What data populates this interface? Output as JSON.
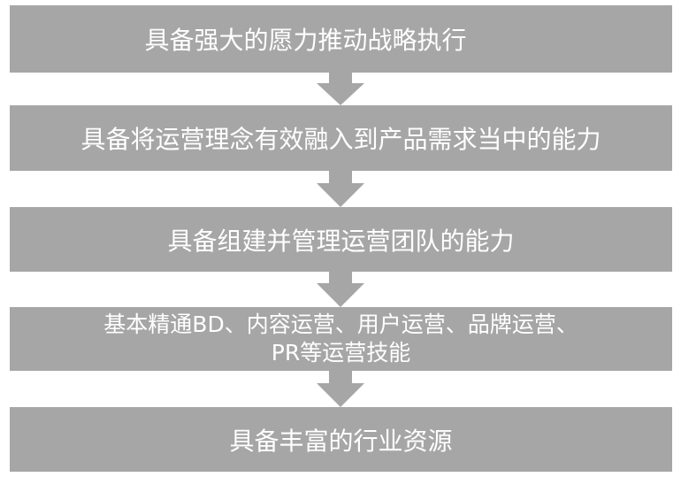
{
  "colors": {
    "box_fill": "#a6a6a6",
    "arrow_fill": "#a6a6a6",
    "text": "#ffffff",
    "background": "#ffffff"
  },
  "steps": [
    {
      "label": "具备强大的愿力推动战略执行"
    },
    {
      "label": "具备将运营理念有效融入到产品需求当中的能力"
    },
    {
      "label": "具备组建并管理运营团队的能力"
    },
    {
      "label": "基本精通BD、内容运营、用户运营、品牌运营、\nPR等运营技能"
    },
    {
      "label": "具备丰富的行业资源"
    }
  ],
  "arrows": [
    {
      "icon": "down-arrow-icon"
    },
    {
      "icon": "down-arrow-icon"
    },
    {
      "icon": "down-arrow-icon"
    },
    {
      "icon": "down-arrow-icon"
    }
  ]
}
